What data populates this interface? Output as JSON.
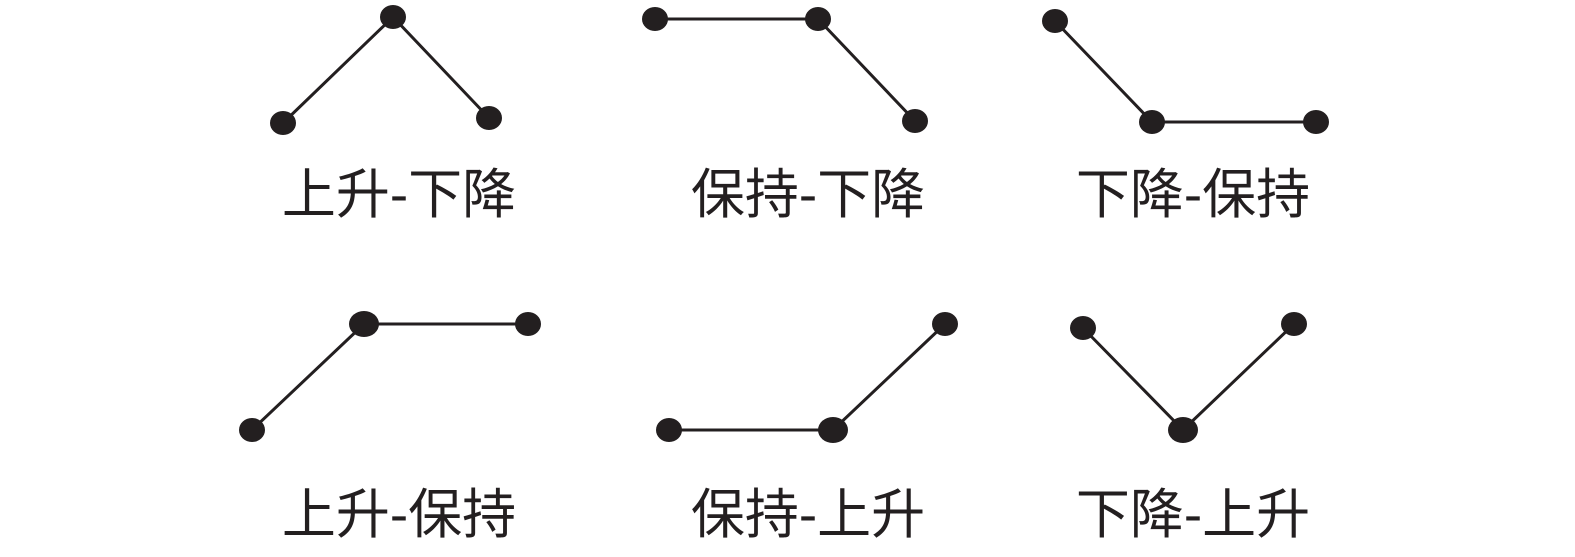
{
  "patterns": [
    {
      "label": "上升-下降",
      "shape": [
        "up",
        "down"
      ]
    },
    {
      "label": "保持-下降",
      "shape": [
        "flat",
        "down"
      ]
    },
    {
      "label": "下降-保持",
      "shape": [
        "down",
        "flat"
      ]
    },
    {
      "label": "上升-保持",
      "shape": [
        "up",
        "flat"
      ]
    },
    {
      "label": "保持-上升",
      "shape": [
        "flat",
        "up"
      ]
    },
    {
      "label": "下降-上升",
      "shape": [
        "down",
        "up"
      ]
    }
  ],
  "colors": {
    "ink": "#231f20",
    "background": "#ffffff"
  }
}
